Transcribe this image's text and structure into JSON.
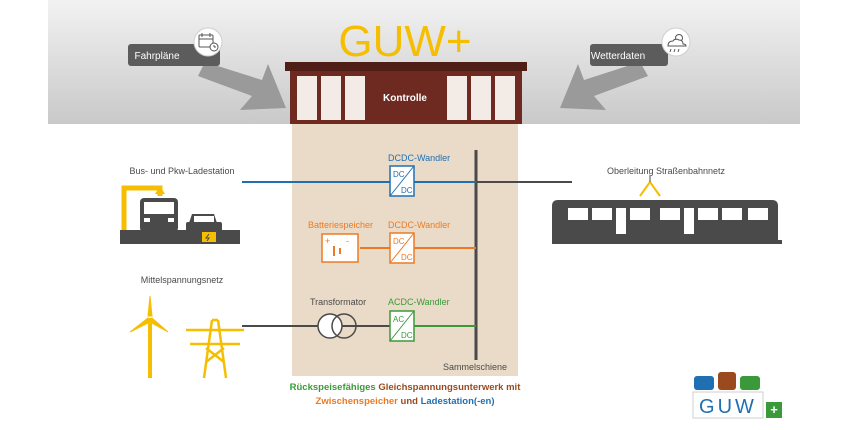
{
  "title": "GUW+",
  "header": {
    "left_label": "Fahrpläne",
    "right_label": "Wetterdaten",
    "building_label": "Kontrolle"
  },
  "left": {
    "charging_station_label": "Bus- und Pkw-Ladestation",
    "grid_label": "Mittelspannungsnetz"
  },
  "right": {
    "catenary_label": "Oberleitung Straßenbahnnetz"
  },
  "converters": {
    "dcdc_top": {
      "label": "DCDC-Wandler",
      "in": "DC",
      "out": "DC"
    },
    "dcdc_mid": {
      "label": "DCDC-Wandler",
      "in": "DC",
      "out": "DC"
    },
    "acdc": {
      "label": "ACDC-Wandler",
      "in": "AC",
      "out": "DC"
    }
  },
  "battery_label": "Batteriespeicher",
  "battery_plus": "+",
  "battery_minus": "-",
  "transformer_label": "Transformator",
  "busbar_label": "Sammelschiene",
  "caption": {
    "word_1": "Rückspeisefähiges",
    "word_2": "Gleichspannungsunterwerk mit",
    "word_3": "Zwischenspeicher",
    "word_4": "und",
    "word_5": "Ladestation(-en)"
  },
  "logo": {
    "letters": "GUW",
    "plus": "+"
  },
  "colors": {
    "gold": "#f6be00",
    "blue": "#1f6fb2",
    "orange": "#ec7a24",
    "green": "#3a9a3a",
    "brown": "#9a4a1e",
    "dark": "#4a4a4a",
    "building": "#6e2a20",
    "middle_panel": "#eadbc8"
  }
}
